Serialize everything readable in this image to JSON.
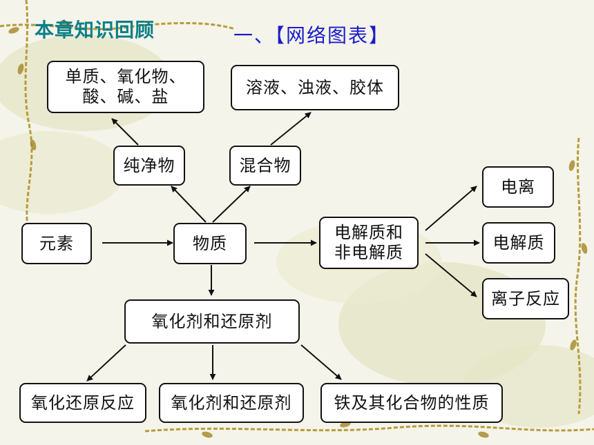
{
  "header": {
    "section_title": "本章知识回顾",
    "subtitle": "一、【网络图表】"
  },
  "nodes": {
    "element": "元素",
    "matter": "物质",
    "pure": "纯净物",
    "mixture": "混合物",
    "pure_types_line1": "单质、氧化物、",
    "pure_types_line2": "酸、碱、盐",
    "mixture_types": "溶液、浊液、胶体",
    "electrolyte_line1": "电解质和",
    "electrolyte_line2": "非电解质",
    "ionization": "电离",
    "electrolyte": "电解质",
    "ionic_reaction": "离子反应",
    "redox_agents": "氧化剂和还原剂",
    "redox_reaction": "氧化还原反应",
    "redox_agents_2": "氧化剂和还原剂",
    "iron": "铁及其化合物的性质"
  },
  "colors": {
    "heading": "#0a7f86",
    "subtitle": "#1b1bcc",
    "background": "#f4f4ea",
    "vine": "#b89a3a"
  }
}
